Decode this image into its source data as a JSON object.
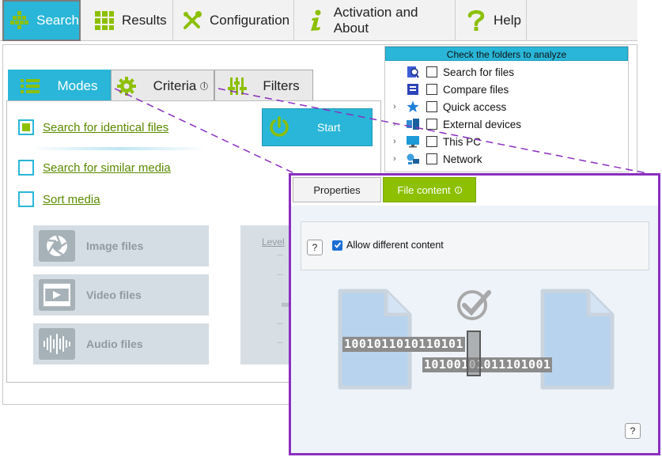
{
  "toolbar": {
    "tabs": [
      {
        "label": "Search",
        "icon": "grid-dots-icon",
        "active": true
      },
      {
        "label": "Results",
        "icon": "grid-icon"
      },
      {
        "label": "Configuration",
        "icon": "tools-icon"
      },
      {
        "label": "Activation and About",
        "icon": "info-icon"
      },
      {
        "label": "Help",
        "icon": "question-icon"
      }
    ]
  },
  "subtabs": {
    "modes": "Modes",
    "criteria": "Criteria",
    "filters": "Filters"
  },
  "modes": {
    "identical": "Search for identical files",
    "similar": "Search for similar media",
    "sort": "Sort media"
  },
  "media": {
    "image": "Image files",
    "video": "Video files",
    "audio": "Audio files"
  },
  "slider": {
    "label": "Level"
  },
  "start": {
    "label": "Start"
  },
  "tree": {
    "header": "Check the folders to analyze",
    "items": [
      {
        "label": "Search for files",
        "icon": "search-files-icon",
        "expandable": false
      },
      {
        "label": "Compare files",
        "icon": "compare-files-icon",
        "expandable": false
      },
      {
        "label": "Quick access",
        "icon": "star-icon",
        "expandable": true
      },
      {
        "label": "External devices",
        "icon": "external-devices-icon",
        "expandable": true
      },
      {
        "label": "This PC",
        "icon": "monitor-icon",
        "expandable": true
      },
      {
        "label": "Network",
        "icon": "network-icon",
        "expandable": true
      }
    ]
  },
  "overlay": {
    "tabs": {
      "properties": "Properties",
      "file_content": "File content"
    },
    "help": "?",
    "allow_label": "Allow different content",
    "allow_checked": true,
    "bits_top": "1001011010110101",
    "bits_bottom": "10100101011101001",
    "help_bottom": "?"
  },
  "colors": {
    "accent": "#29b6d8",
    "green": "#8cc000",
    "link": "#5a8a00",
    "callout": "#8a2fbf"
  }
}
